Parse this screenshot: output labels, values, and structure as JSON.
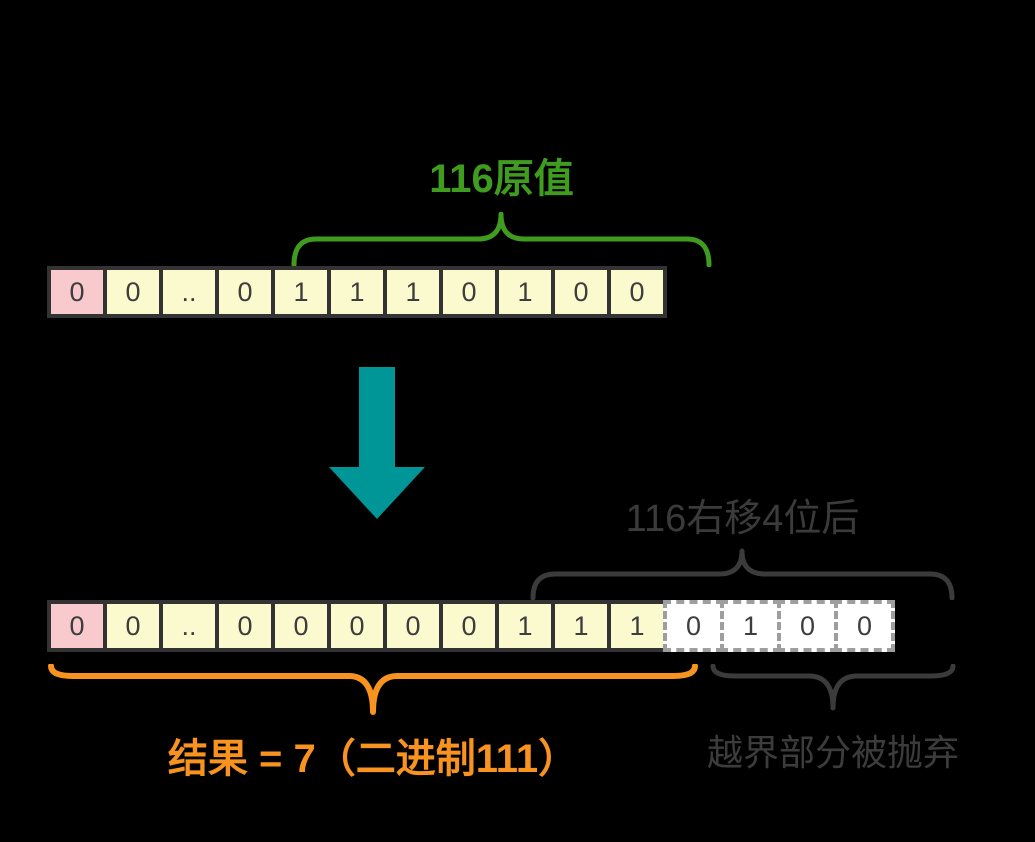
{
  "diagram": {
    "description_colors": {
      "background": "#000000",
      "cell_border": "#333333",
      "digit_text": "#3D3D3D",
      "sign_bit_fill": "#F8C9CD",
      "bit_fill": "#FBFACE",
      "discarded_bit_fill": "#FFFFFF",
      "discarded_bit_border": "#9E9E9E",
      "green_accent": "#3F9C1F",
      "teal_arrow": "#009697",
      "orange_accent": "#F7931E",
      "gray_label": "#3B3B3B"
    },
    "top": {
      "label": "116原值",
      "cells": [
        "0",
        "0",
        "..",
        "0",
        "1",
        "1",
        "1",
        "0",
        "1",
        "0",
        "0"
      ]
    },
    "arrow": {
      "icon": "down-arrow"
    },
    "bottom": {
      "label": "116右移4位后",
      "solid_cells": [
        "0",
        "0",
        "..",
        "0",
        "0",
        "0",
        "0",
        "0",
        "1",
        "1",
        "1"
      ],
      "dashed_cells": [
        "0",
        "1",
        "0",
        "0"
      ],
      "result_label": "结果 = 7（二进制111）",
      "discarded_label": "越界部分被抛弃"
    }
  }
}
